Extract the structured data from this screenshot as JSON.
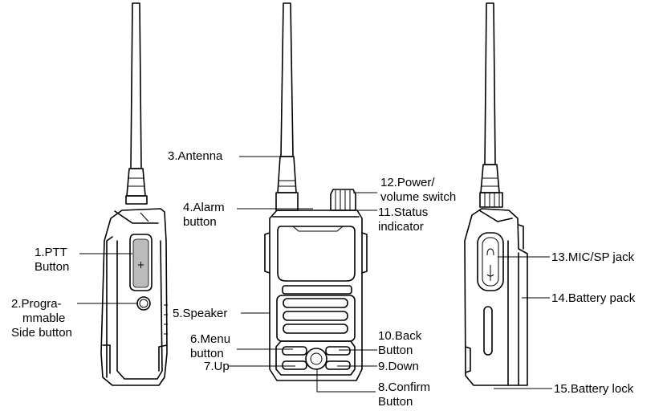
{
  "labels": {
    "ptt": [
      "1.PTT",
      "Button"
    ],
    "prog": [
      "2.Progra-",
      "mmable",
      "Side button"
    ],
    "antenna": "3.Antenna",
    "alarm": [
      "4.Alarm",
      "button"
    ],
    "speaker": "5.Speaker",
    "menu": [
      "6.Menu",
      "button"
    ],
    "up": "7.Up",
    "confirm": [
      "8.Confirm",
      "Button"
    ],
    "down": "9.Down",
    "back": [
      "10.Back",
      "Button"
    ],
    "status": [
      "11.Status",
      "indicator"
    ],
    "power": [
      "12.Power/",
      "volume switch"
    ],
    "mic": "13.MIC/SP jack",
    "battery": "14.Battery pack",
    "lock": "15.Battery lock"
  }
}
